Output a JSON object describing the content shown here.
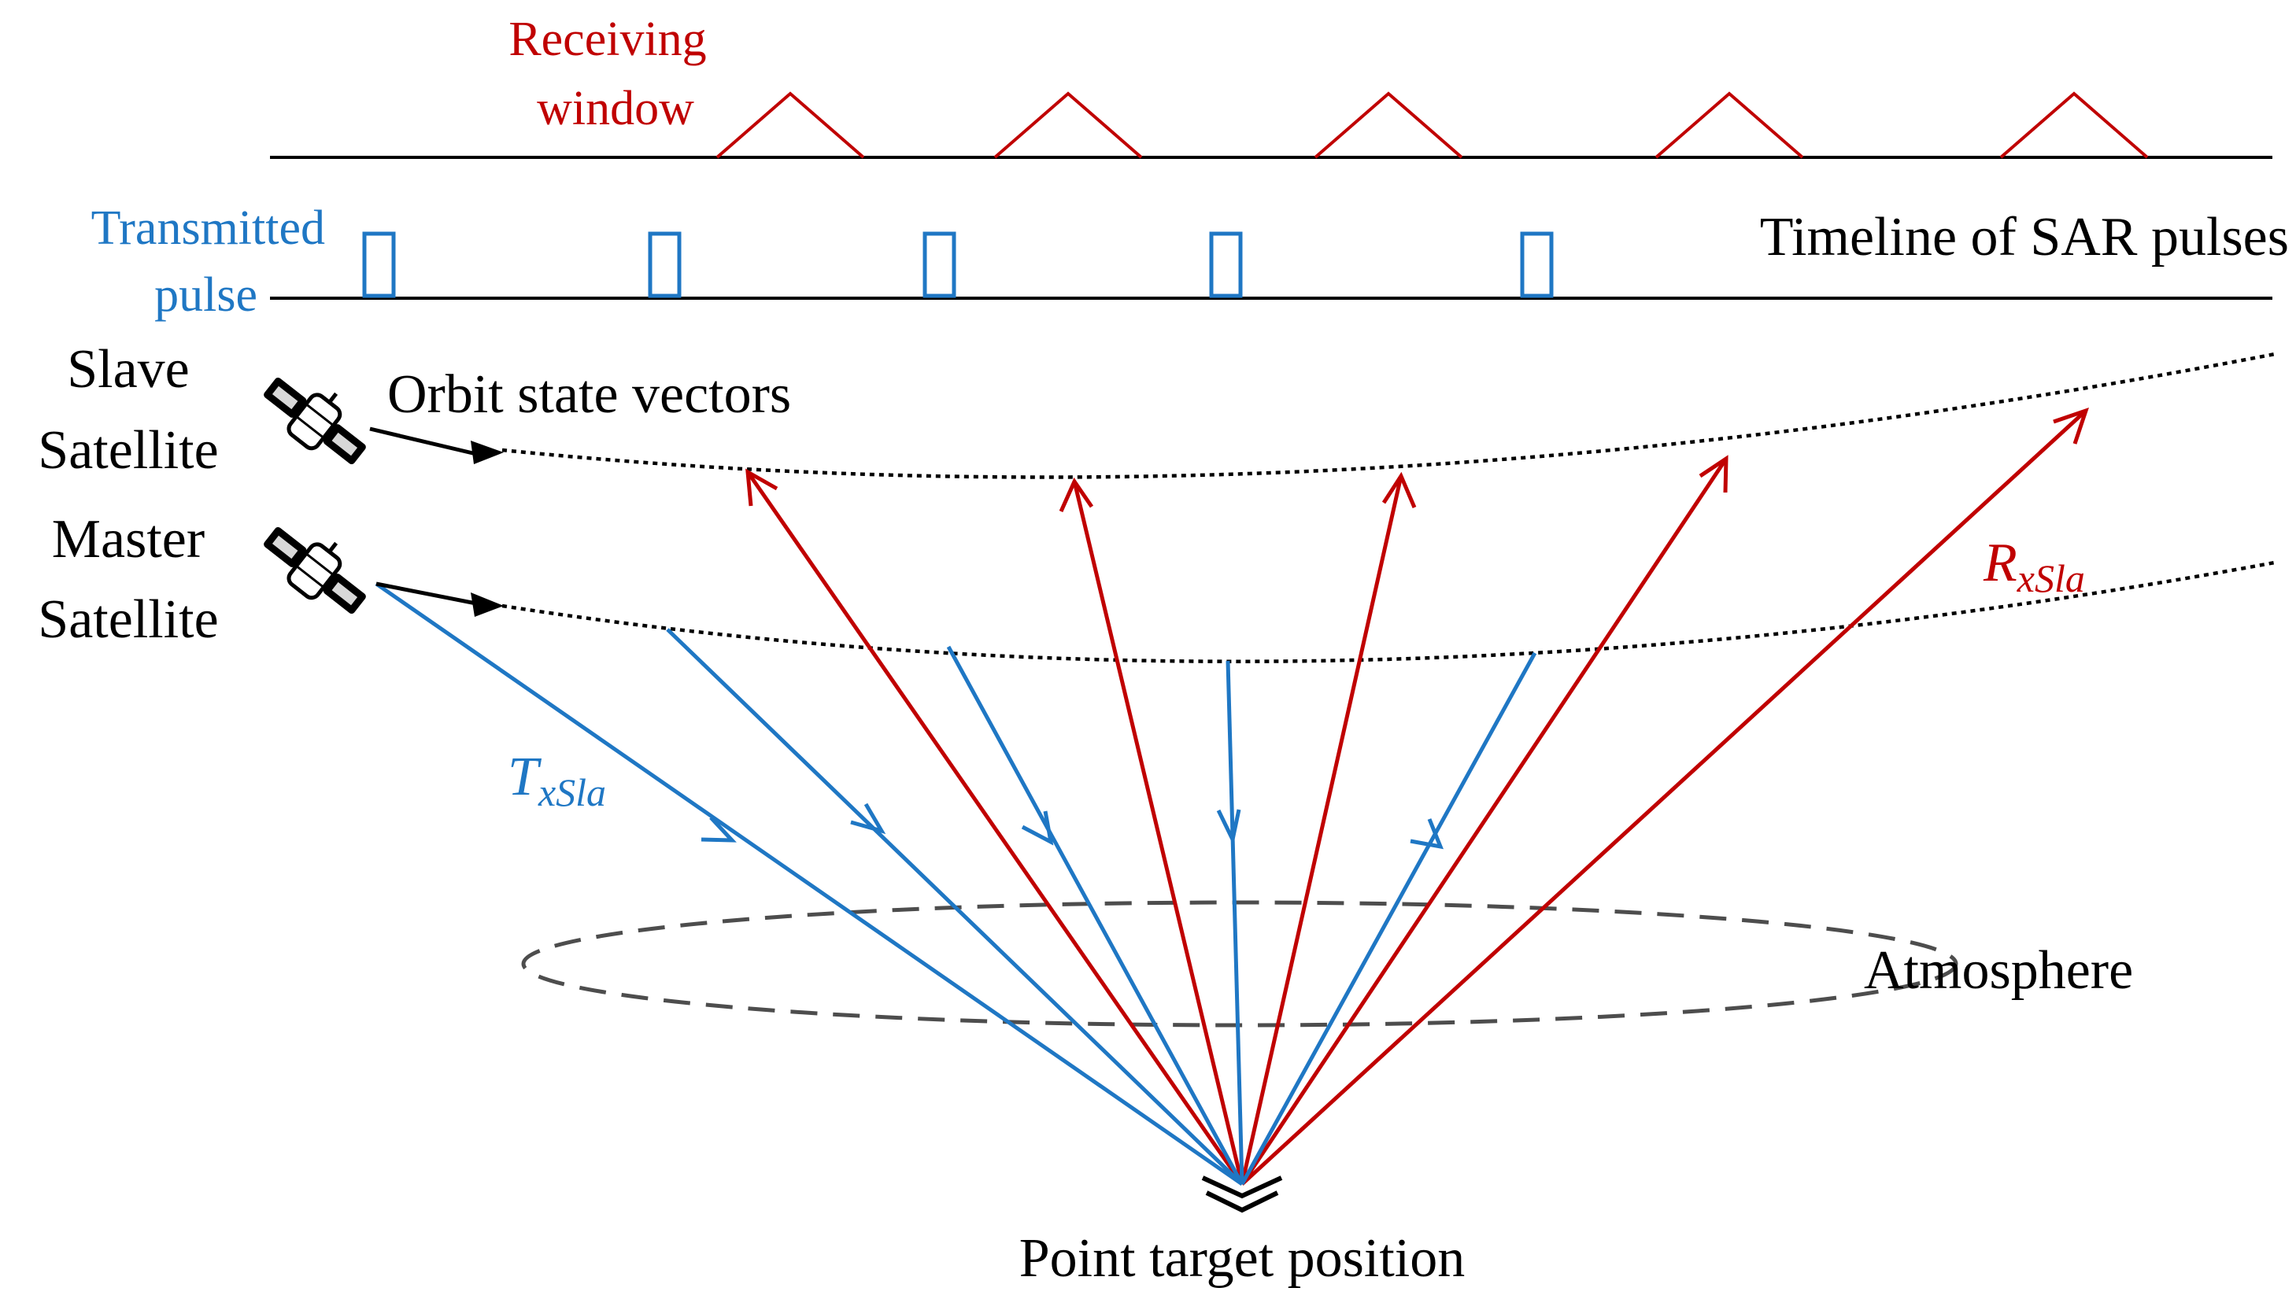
{
  "labels": {
    "receiving_window_line1": "Receiving",
    "receiving_window_line2": "window",
    "transmitted_pulse_line1": "Transmitted",
    "transmitted_pulse_line2": "pulse",
    "timeline": "Timeline of SAR pulses",
    "slave_line1": "Slave",
    "slave_line2": "Satellite",
    "master_line1": "Master",
    "master_line2": "Satellite",
    "orbit_state_vectors": "Orbit state vectors",
    "rx_main": "R",
    "rx_sub": "xSla",
    "tx_main": "T",
    "tx_sub": "xSla",
    "atmosphere": "Atmosphere",
    "point_target": "Point target position"
  },
  "colors": {
    "receive": "#c00000",
    "transmit": "#1f77c4",
    "text": "#000000",
    "atmosphere": "#4d4d4d"
  },
  "icons": {
    "satellite": "satellite-icon",
    "target": "double-chevron-down-icon"
  }
}
